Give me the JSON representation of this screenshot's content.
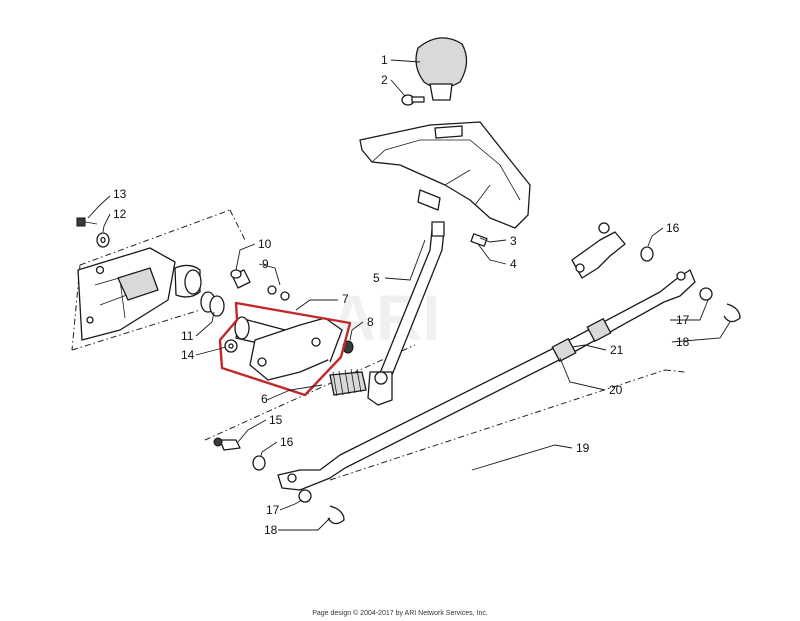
{
  "watermark": "ARI",
  "footer": "Page design © 2004-2017 by ARI Network Services, Inc.",
  "callouts": [
    "1",
    "2",
    "3",
    "4",
    "5",
    "6",
    "7",
    "8",
    "9",
    "10",
    "11",
    "12",
    "13",
    "14",
    "15",
    "16",
    "16",
    "17",
    "17",
    "18",
    "18",
    "19",
    "20",
    "21"
  ],
  "highlight_color": "#c0282a"
}
